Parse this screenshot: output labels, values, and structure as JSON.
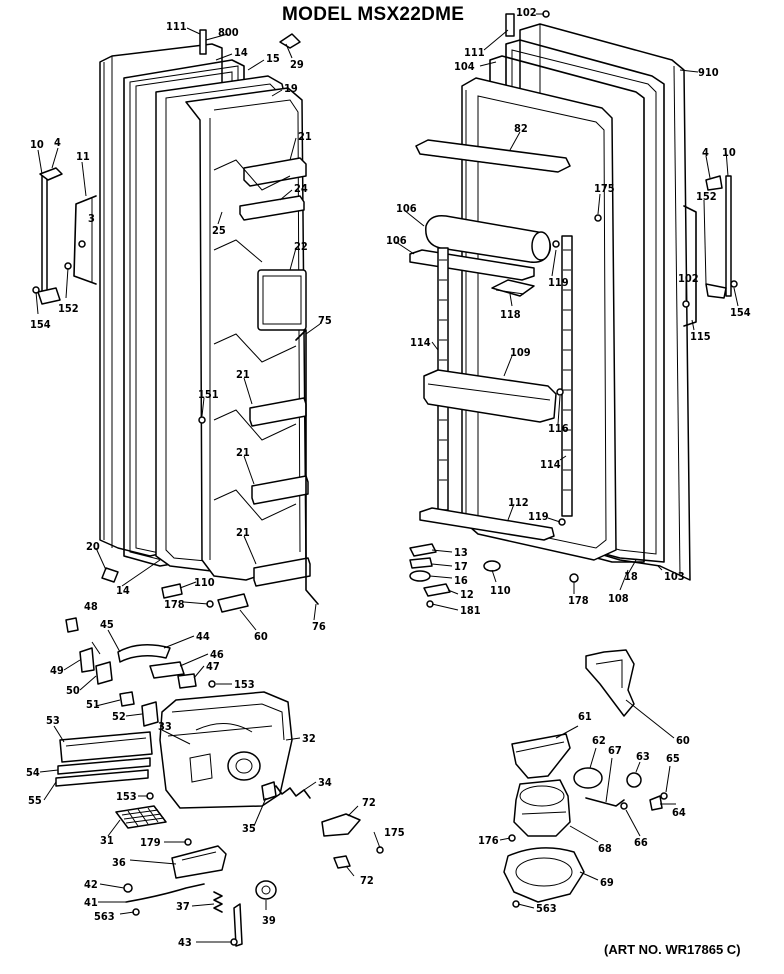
{
  "title": "MODEL MSX22DME",
  "art_number": "(ART NO. WR17865 C)",
  "callouts": {
    "l111": "111",
    "l800": "800",
    "l14a": "14",
    "l15": "15",
    "l29": "29",
    "l19": "19",
    "l21a": "21",
    "l24": "24",
    "l25": "25",
    "l22": "22",
    "l75": "75",
    "l10a": "10",
    "l4a": "4",
    "l11a": "11",
    "l3": "3",
    "l152a": "152",
    "l154a": "154",
    "l151": "151",
    "l21b": "21",
    "l21c": "21",
    "l21d": "21",
    "l20": "20",
    "l14b": "14",
    "l110a": "110",
    "l178a": "178",
    "l60": "60",
    "l76": "76",
    "l102a": "102",
    "l111b": "111",
    "l104": "104",
    "l910": "910",
    "l82": "82",
    "l175a": "175",
    "l106a": "106",
    "l106b": "106",
    "l119a": "119",
    "l118": "118",
    "l4b": "4",
    "l10b": "10",
    "l152b": "152",
    "l102b": "102",
    "l154b": "154",
    "l115": "115",
    "l114a": "114",
    "l109": "109",
    "l116": "116",
    "l114b": "114",
    "l112": "112",
    "l119b": "119",
    "l13": "13",
    "l17": "17",
    "l16": "16",
    "l12": "12",
    "l181": "181",
    "l110b": "110",
    "l178b": "178",
    "l108": "108",
    "l18": "18",
    "l103": "103",
    "l48": "48",
    "l45": "45",
    "l44": "44",
    "l46": "46",
    "l49": "49",
    "l50": "50",
    "l47": "47",
    "l51": "51",
    "l153a": "153",
    "l52": "52",
    "l53": "53",
    "l33": "33",
    "l32": "32",
    "l54": "54",
    "l55": "55",
    "l153b": "153",
    "l34": "34",
    "l31": "31",
    "l35": "35",
    "l72a": "72",
    "l179": "179",
    "l175b": "175",
    "l36": "36",
    "l72b": "72",
    "l42": "42",
    "l41": "41",
    "l563a": "563",
    "l37": "37",
    "l39": "39",
    "l43": "43",
    "l60b": "60",
    "l61": "61",
    "l62": "62",
    "l67": "67",
    "l63": "63",
    "l65": "65",
    "l66": "66",
    "l64": "64",
    "l176": "176",
    "l68": "68",
    "l69": "69",
    "l563b": "563"
  }
}
